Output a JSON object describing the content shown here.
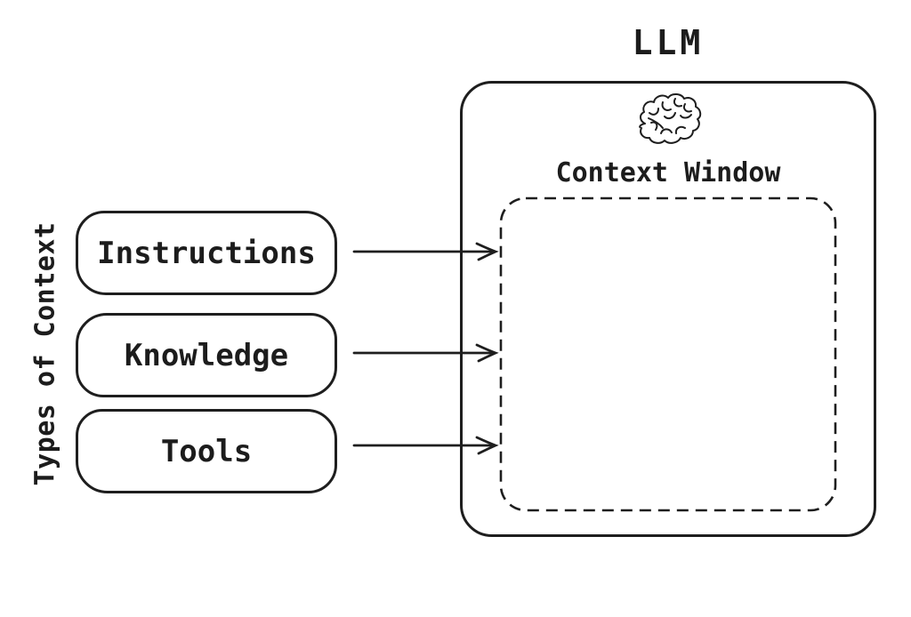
{
  "diagram": {
    "background_color": "#ffffff",
    "stroke_color": "#1e1e1e",
    "side_label": "Types of Context",
    "llm": {
      "title": "LLM",
      "context_window_label": "Context Window",
      "brain_icon": "brain-doodle"
    },
    "type_boxes": [
      {
        "label": "Instructions"
      },
      {
        "label": "Knowledge"
      },
      {
        "label": "Tools"
      }
    ],
    "arrows": [
      {
        "from": "Instructions",
        "to": "Context Window"
      },
      {
        "from": "Knowledge",
        "to": "Context Window"
      },
      {
        "from": "Tools",
        "to": "Context Window"
      }
    ]
  }
}
